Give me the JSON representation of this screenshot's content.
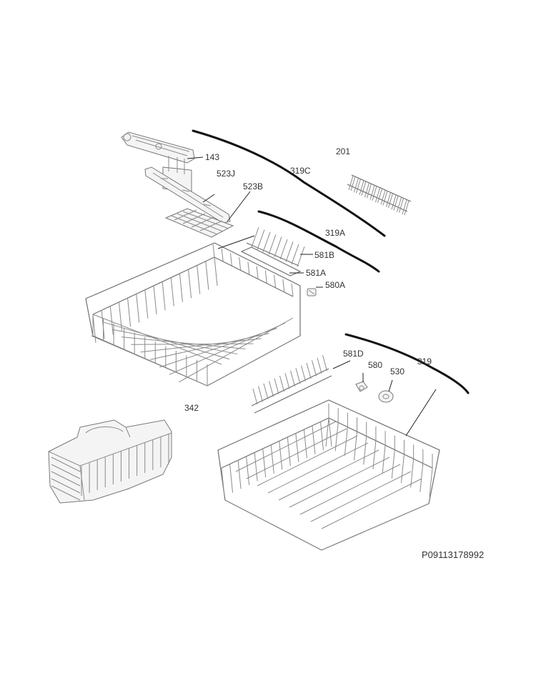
{
  "callouts": [
    {
      "id": "143",
      "label": "143"
    },
    {
      "id": "523J",
      "label": "523J"
    },
    {
      "id": "523B",
      "label": "523B"
    },
    {
      "id": "319C",
      "label": "319C"
    },
    {
      "id": "201",
      "label": "201"
    },
    {
      "id": "319A",
      "label": "319A"
    },
    {
      "id": "581B",
      "label": "581B"
    },
    {
      "id": "581A",
      "label": "581A"
    },
    {
      "id": "580A",
      "label": "580A"
    },
    {
      "id": "581D",
      "label": "581D"
    },
    {
      "id": "580",
      "label": "580"
    },
    {
      "id": "530",
      "label": "530"
    },
    {
      "id": "319",
      "label": "319"
    },
    {
      "id": "342",
      "label": "342"
    }
  ],
  "drawing_ref": "P09113178992"
}
